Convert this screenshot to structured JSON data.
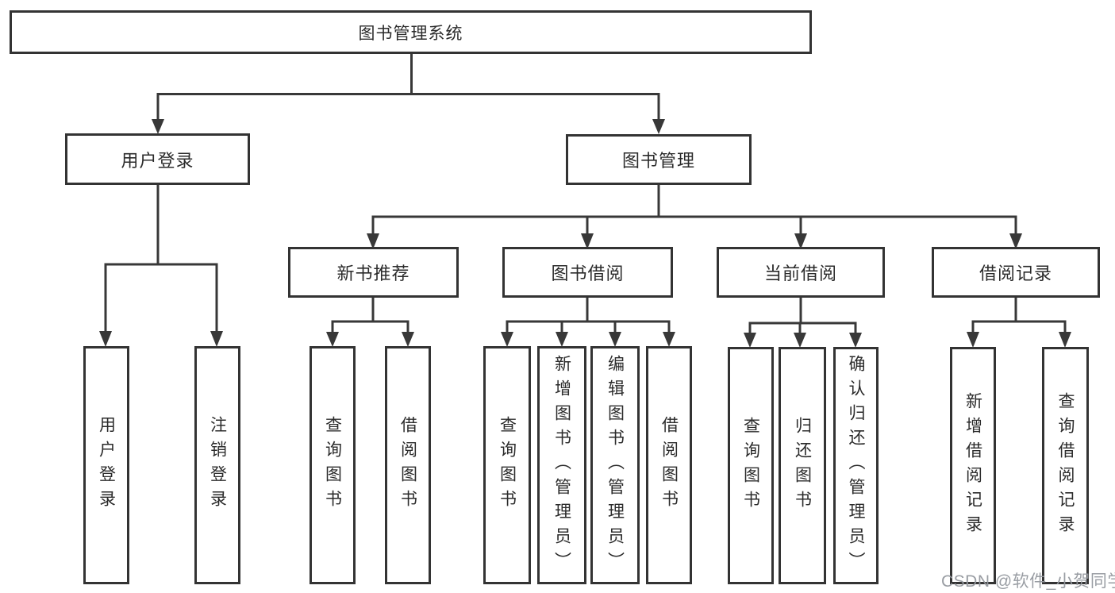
{
  "root": {
    "label": "图书管理系统"
  },
  "level2": {
    "user_login": {
      "label": "用户登录",
      "leaves": [
        "用户登录",
        "注销登录"
      ]
    },
    "book_mgmt": {
      "label": "图书管理"
    }
  },
  "level3": {
    "new_book_rec": {
      "label": "新书推荐",
      "leaves": [
        "查询图书",
        "借阅图书"
      ]
    },
    "book_borrow": {
      "label": "图书借阅",
      "leaves": [
        "查询图书",
        "新增图书（管理员）",
        "编辑图书（管理员）",
        "借阅图书"
      ]
    },
    "current_borrow": {
      "label": "当前借阅",
      "leaves": [
        "查询图书",
        "归还图书",
        "确认归还（管理员）"
      ]
    },
    "borrow_record": {
      "label": "借阅记录",
      "leaves": [
        "新增借阅记录",
        "查询借阅记录"
      ]
    }
  },
  "watermark": "CSDN @软件_小贺同学",
  "colors": {
    "line": "#383838",
    "border": "#333333",
    "text": "#2b2b2b",
    "watermark": "#94989e"
  }
}
